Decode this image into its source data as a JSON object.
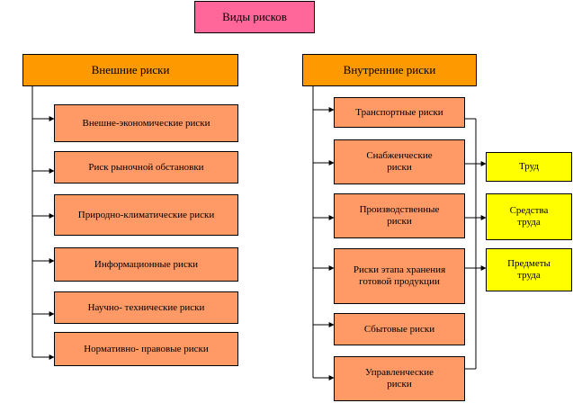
{
  "title": "Виды рисков",
  "external": {
    "heading": "Внешние риски",
    "items": [
      "Внешне-экономические риски",
      "Риск рыночной  обстановки",
      "Природно-климатические риски",
      "Информационные   риски",
      "Научно- технические риски",
      "Нормативно- правовые риски"
    ]
  },
  "internal": {
    "heading": "Внутренние риски",
    "items": [
      "Транспортные риски",
      "Снабженческие риски",
      "Производственные риски",
      "Риски этапа хранения готовой продукции",
      "Сбытовые риски",
      "Управленческие риски"
    ]
  },
  "resources": [
    "Труд",
    "Средства труда",
    "Предметы труда"
  ],
  "colors": {
    "title": "#ff6699",
    "heading": "#ff9900",
    "item": "#ff9966",
    "resource": "#ffff00"
  }
}
